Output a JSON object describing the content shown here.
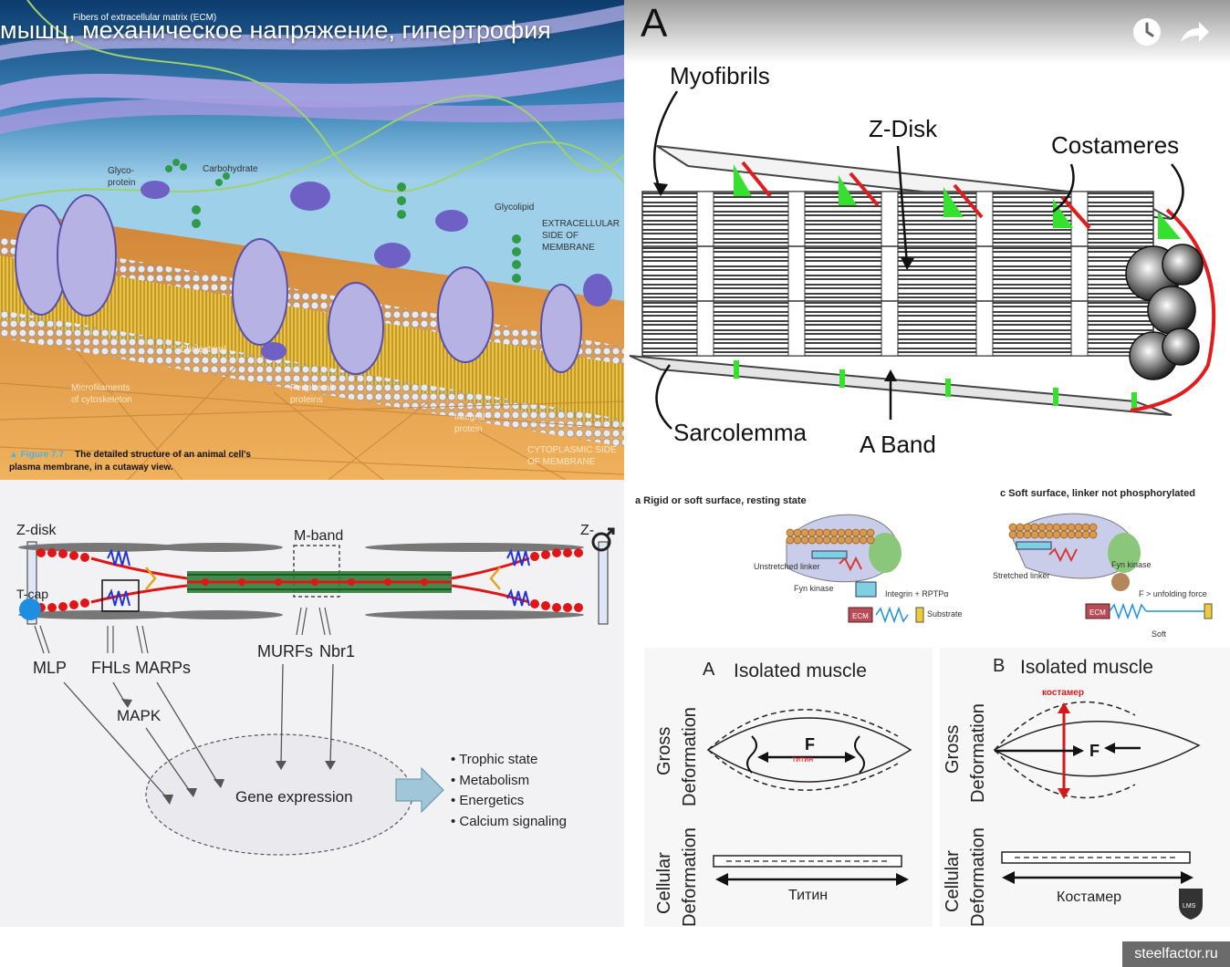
{
  "video": {
    "title": "мышц, механическое напряжение, гипертрофия",
    "watch_later_icon": "clock-icon",
    "share_icon": "share-arrow-icon"
  },
  "membrane": {
    "top_label": "Fibers of extracellular matrix (ECM)",
    "labels": {
      "glycoprotein": "Glyco-\nprotein",
      "carbohydrate": "Carbohydrate",
      "glycolipid": "Glycolipid",
      "ecm_side": "EXTRACELLULAR\nSIDE OF\nMEMBRANE",
      "cholesterol": "Cholesterol",
      "microfilaments": "Microfilaments\nof cytoskeleton",
      "peripheral": "Peripheral\nproteins",
      "integral": "Integral\nprotein",
      "cyto_side": "CYTOPLASMIC SIDE\nOF MEMBRANE"
    },
    "caption_fig": "▲ Figure 7.7",
    "caption_text": "The detailed structure of an animal cell's",
    "caption_text2": "plasma membrane, in a cutaway view."
  },
  "fiber": {
    "panel_letter": "A",
    "myofibrils": "Myofibrils",
    "zdisk": "Z-Disk",
    "costameres": "Costameres",
    "sarcolemma": "Sarcolemma",
    "aband": "A Band"
  },
  "zdisk_panel": {
    "zdisk_left": "Z-disk",
    "zdisk_right": "Z-",
    "mband": "M-band",
    "tcap": "T-cap",
    "mlp": "MLP",
    "fhls": "FHLs",
    "marps": "MARPs",
    "murfs": "MURFs",
    "nbr1": "Nbr1",
    "mapk": "MAPK",
    "gene_expression": "Gene expression",
    "outcomes": [
      "• Trophic state",
      "• Metabolism",
      "• Energetics",
      "• Calcium signaling"
    ],
    "corner_icon": "venus-mars-icon"
  },
  "linker": {
    "a_title": "a  Rigid or soft surface, resting state",
    "c_title": "c  Soft surface, linker not phosphorylated",
    "unstretched": "Unstretched linker",
    "fyn_a": "Fyn kinase",
    "integrin": "Integrin + RPTPα",
    "substrate": "Substrate",
    "ecm": "ECM",
    "stretched": "Stretched linker",
    "fyn_c": "Fyn kinase",
    "unfolding": "F > unfolding force",
    "soft": "Soft"
  },
  "muscle": {
    "a_letter": "A",
    "a_title": "Isolated muscle",
    "b_letter": "B",
    "b_title": "Isolated muscle",
    "gross1": "Gross",
    "deformation1": "Deformation",
    "cellular1": "Cellular",
    "cdeformation1": "Deformation",
    "gross2": "Gross",
    "deformation2": "Deformation",
    "cellular2": "Cellular",
    "cdeformation2": "Deformation",
    "force_a": "F",
    "titin_small": "титин",
    "force_b": "F",
    "costamer_small": "костамер",
    "titin": "Титин",
    "costamer": "Костамер",
    "logo_text": "LMS",
    "logo_icon": "shield-logo-icon"
  },
  "watermark": "steelfactor.ru",
  "colors": {
    "lipid_yellow": "#e8c24a",
    "protein_purple": "#9b95d6",
    "costamere_green": "#35e02e",
    "costamere_red": "#e01c1c",
    "titin_red": "#e01515",
    "myosin_green": "#2f7d3a"
  }
}
